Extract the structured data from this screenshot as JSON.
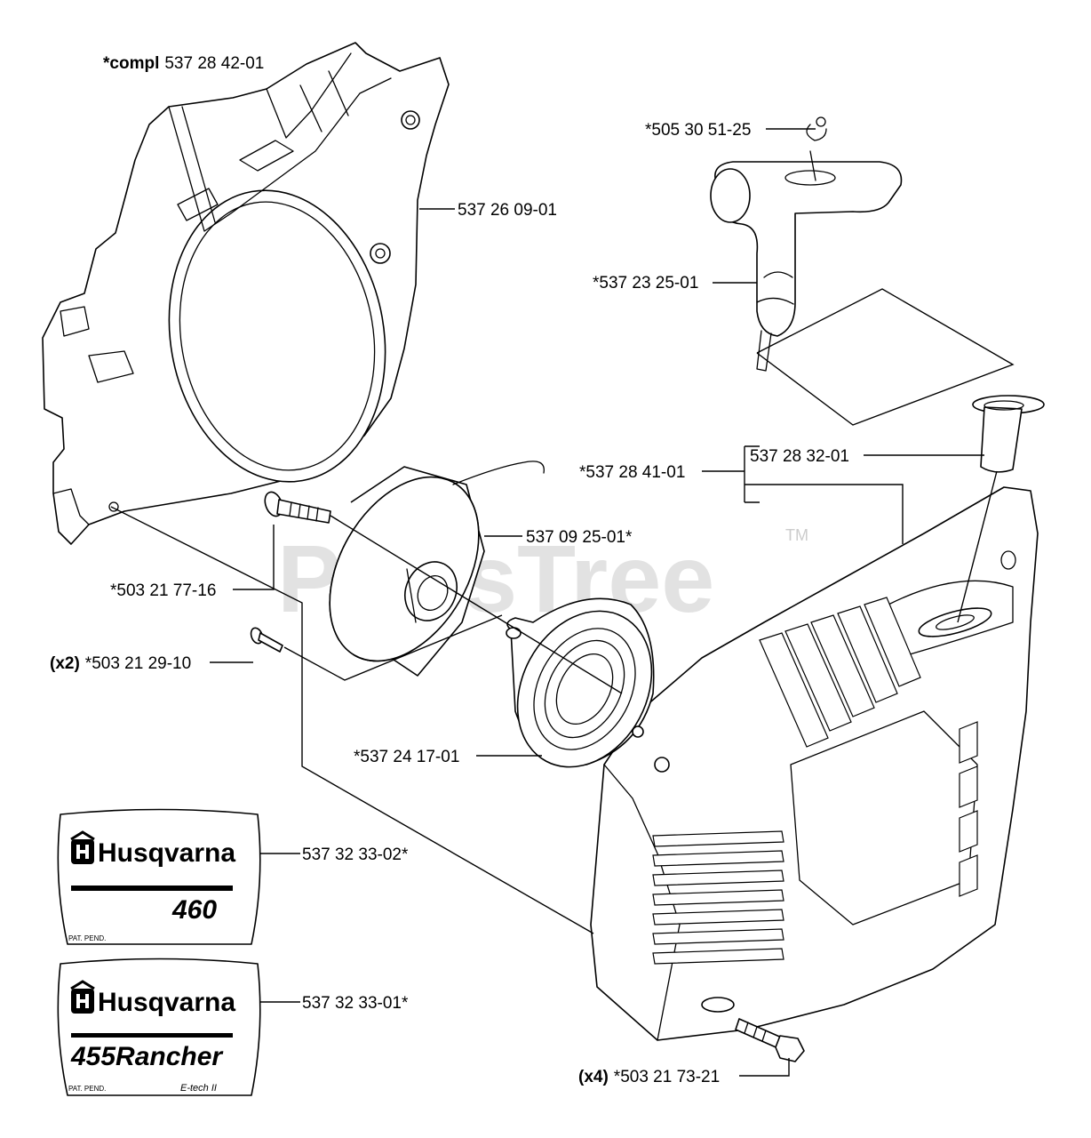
{
  "watermark": {
    "text": "PartsTree",
    "trademark": "TM"
  },
  "labels": {
    "compl_prefix": "*compl",
    "compl_number": "537 28 42-01",
    "fan_housing": "537 26 09-01",
    "handle_pin": "*505 30 51-25",
    "starter_handle": "*537 23 25-01",
    "starter_assembly": "*537 28 41-01",
    "rope_guide": "537 28 32-01",
    "pulley": "537 09 25-01*",
    "pulley_screw": "*503 21 77-16",
    "spring_screws_qty": "(x2)",
    "spring_screws": "*503 21 29-10",
    "spring_cassette": "*537 24 17-01",
    "decal_460": "537 32 33-02*",
    "decal_455": "537 32 33-01*",
    "cover_screws_qty": "(x4)",
    "cover_screws": "*503 21 73-21"
  },
  "decal_460": {
    "brand": "Husqvarna",
    "model": "460",
    "note": "PAT. PEND."
  },
  "decal_455": {
    "brand": "Husqvarna",
    "model": "455Rancher",
    "note": "PAT. PEND.",
    "badge": "E-tech II"
  }
}
